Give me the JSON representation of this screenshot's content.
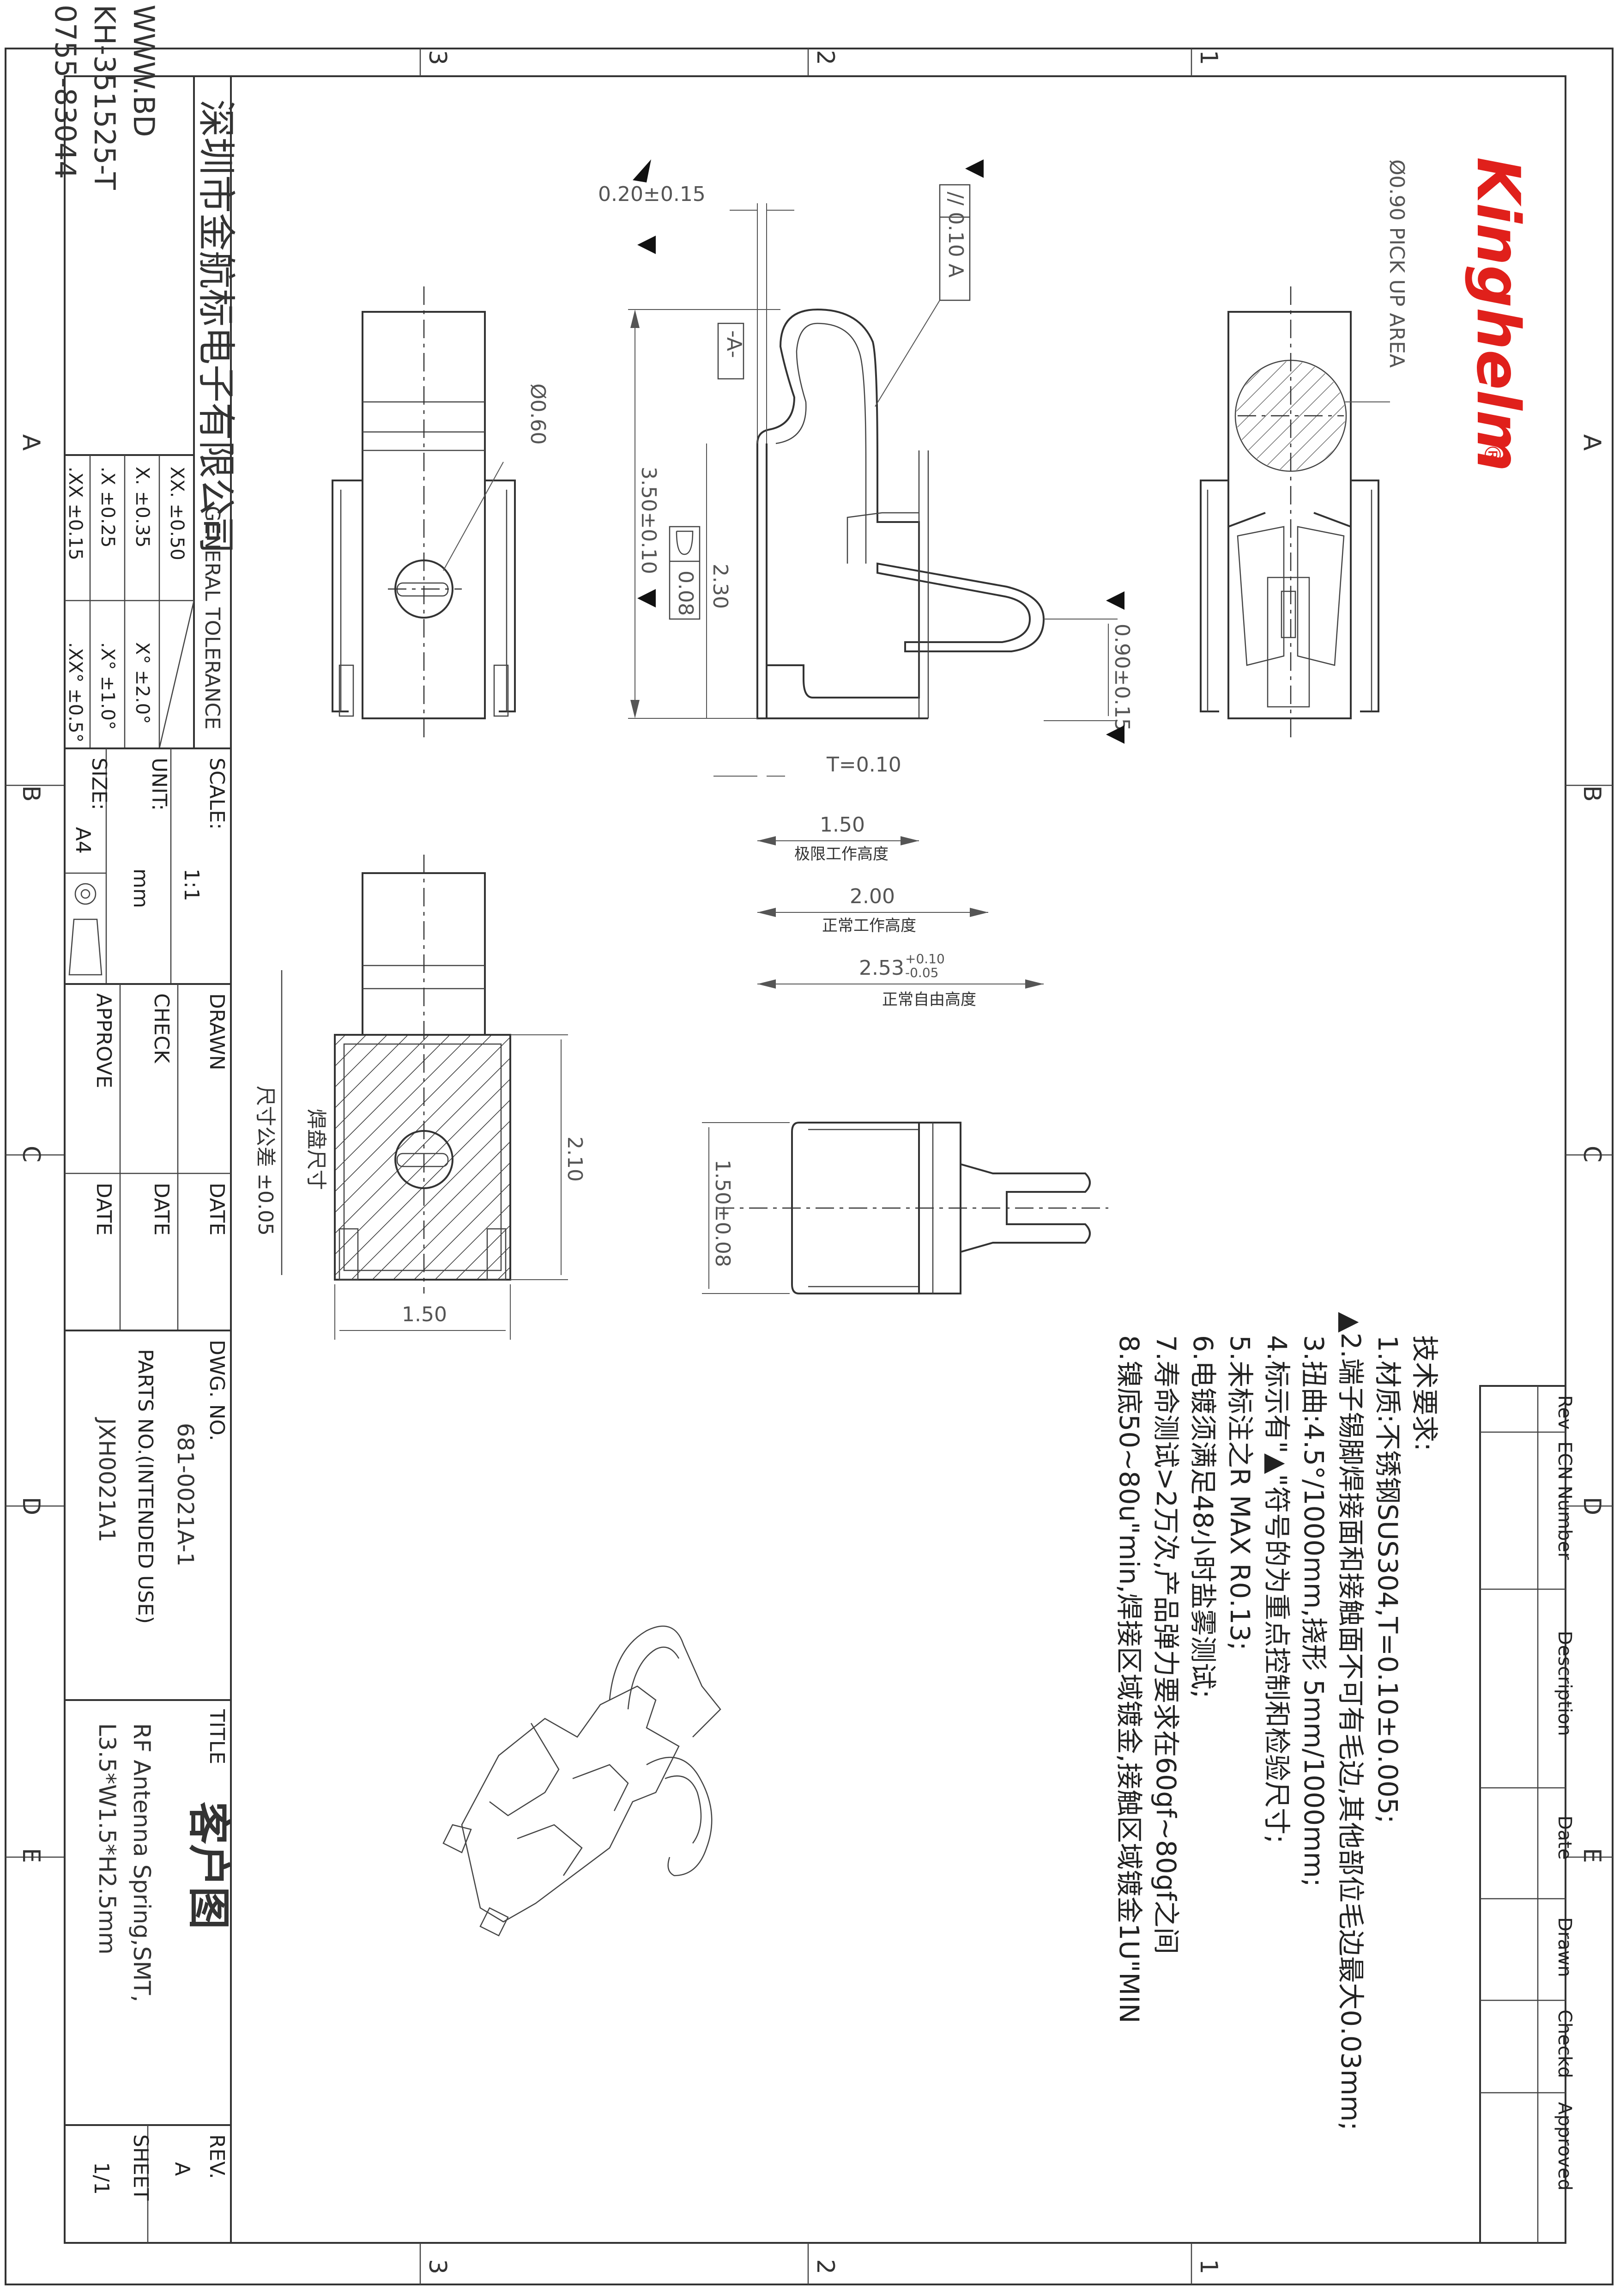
{
  "header": {
    "phone": "0755-83044",
    "partno": "KH-351525-T",
    "web": "WWW.BD"
  },
  "zones": {
    "top": [
      "3",
      "2",
      "1"
    ],
    "side": [
      "A",
      "B",
      "C",
      "D",
      "E"
    ]
  },
  "brand": {
    "logo": "Kinghelm",
    "reg": "®",
    "color": "#e0201b"
  },
  "company": "深圳市金航标电子有限公司",
  "general_tolerance": {
    "title": "GENERAL TOLERANCE",
    "rows": [
      [
        "XX. ±0.50",
        ""
      ],
      [
        "X. ±0.35",
        "X° ±2.0°"
      ],
      [
        ".X ±0.25",
        ".X° ±1.0°"
      ],
      [
        ".XX ±0.15",
        ".XX° ±0.5°"
      ]
    ]
  },
  "title_block": {
    "scale_label": "SCALE:",
    "scale_value": "1:1",
    "unit_label": "UNIT:",
    "unit_value": "mm",
    "size_label": "SIZE:",
    "size_value": "A4",
    "drawn_label": "DRAWN",
    "check_label": "CHECK",
    "approve_label": "APPROVE",
    "date_label": "DATE",
    "dwg_label": "DWG. NO.",
    "dwg_value": "681-0021A-1",
    "parts_label": "PARTS NO.(INTENDED USE)",
    "parts_value": "JXH0021A1",
    "title_label": "TITLE",
    "title_cn": "客户图",
    "title_line1": "RF Antenna Spring,SMT,",
    "title_line2": "L3.5*W1.5*H2.5mm",
    "rev_label": "REV.",
    "rev_value": "A",
    "sheet_label": "SHEET",
    "sheet_value": "1/1"
  },
  "revision_table": {
    "headers": [
      "Rev",
      "ECN Number",
      "Description",
      "Date",
      "Drawn",
      "Checkd",
      "Approved"
    ]
  },
  "tolerance_note": {
    "solder_size": "焊盘尺寸",
    "tol": "尺寸公差 ±0.05"
  },
  "dimensions": {
    "pickup": "Ø0.90 PICK UP AREA",
    "hole": "Ø0.60",
    "gap": "0.20±0.15",
    "parallel": "// 0.10 A",
    "datum": "-A-",
    "height": "3.50±0.10",
    "h2": "2.30",
    "flat": "0.08",
    "spring": "0.90±0.15",
    "thickness": "T=0.10",
    "limit": "1.50",
    "limit_cn": "极限工作高度",
    "normal": "2.00",
    "normal_cn": "正常工作高度",
    "free": "2.53",
    "free_tol_up": "+0.10",
    "free_tol_dn": "-0.05",
    "free_cn": "正常自由高度",
    "pad_h": "2.10",
    "pad_w": "1.50",
    "side_w": "1.50±0.08"
  },
  "tech_notes": {
    "title": "技术要求:",
    "items": [
      "1.材质:不锈钢SUS304,T=0.10±0.005;",
      "▲2.端子锡脚焊接面和接触面不可有毛边,其他部位毛边最大0.03mm;",
      "3.扭曲:4.5°/1000mm,挠形 5mm/1000mm;",
      "4.标示有\"▲\"符号的为重点控制和检验尺寸;",
      "5.未标注之R MAX R0.13;",
      "6.电镀须满足48小时盐雾测试;",
      "7.寿命测试>2万次,产品弹力要求在60gf~80gf之间",
      "8.镍底50~80u\"min,焊接区域镀金,接触区域镀金1U\"MIN"
    ]
  }
}
